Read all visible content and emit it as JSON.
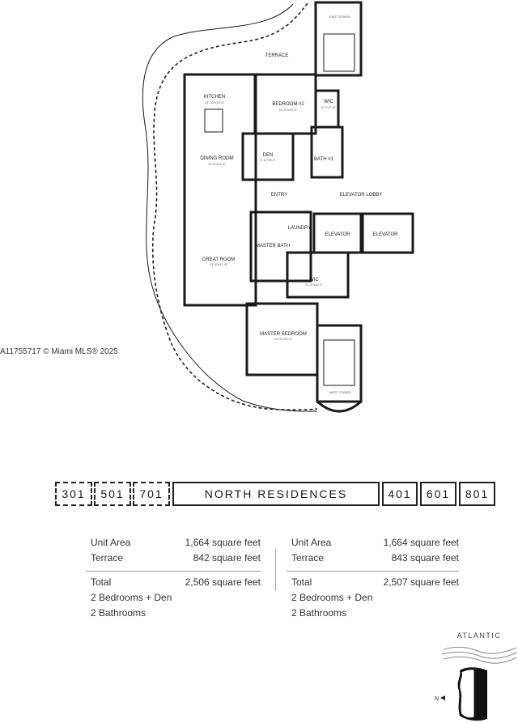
{
  "watermark": "A11755717 © Miami MLS® 2025",
  "plan": {
    "rooms": {
      "terrace": "TERRACE",
      "east_stairs": "EAST STAIRS",
      "kitchen": "KITCHEN",
      "kitchen_dim": "13'-10\"x10'-0\"",
      "bedroom2": "BEDROOM #2",
      "bedroom2_dim": "12'-6\"x12'-0\"",
      "wic1": "WIC",
      "wic1_dim": "6'-0\"x7'-8\"",
      "dining": "DINING ROOM",
      "dining_dim": "11'-8\"x12'-8\"",
      "den": "DEN",
      "den_dim": "9'-10\"x9'-0\"",
      "bath1": "BATH #1",
      "entry": "ENTRY",
      "elevator_lobby": "ELEVATOR LOBBY",
      "laundry": "LAUNDRY",
      "elevator_a": "ELEVATOR",
      "elevator_b": "ELEVATOR",
      "master_bath": "MASTER BATH",
      "great_room": "GREAT ROOM",
      "great_room_dim": "13'-8\"x21'-8\"",
      "wic2": "WIC",
      "wic2_dim": "11'-3\"x10'-1\"",
      "master_bedroom": "MASTER BEDROOM",
      "master_bedroom_dim": "14'-5\"x12'-0\"",
      "west_stairs": "WEST STAIRS"
    }
  },
  "units": {
    "left": [
      "301",
      "501",
      "701"
    ],
    "title": "NORTH RESIDENCES",
    "right": [
      "401",
      "601",
      "801"
    ]
  },
  "specs_left": {
    "unit_area_label": "Unit Area",
    "unit_area_value": "1,664 square feet",
    "terrace_label": "Terrace",
    "terrace_value": "842 square feet",
    "total_label": "Total",
    "total_value": "2,506 square feet",
    "bedrooms": "2 Bedrooms + Den",
    "bathrooms": "2 Bathrooms"
  },
  "specs_right": {
    "unit_area_label": "Unit Area",
    "unit_area_value": "1,664 square feet",
    "terrace_label": "Terrace",
    "terrace_value": "843 square feet",
    "total_label": "Total",
    "total_value": "2,507 square feet",
    "bedrooms": "2 Bedrooms + Den",
    "bathrooms": "2 Bathrooms"
  },
  "compass": {
    "ocean_label": "ATLANTIC",
    "north_label": "N"
  }
}
